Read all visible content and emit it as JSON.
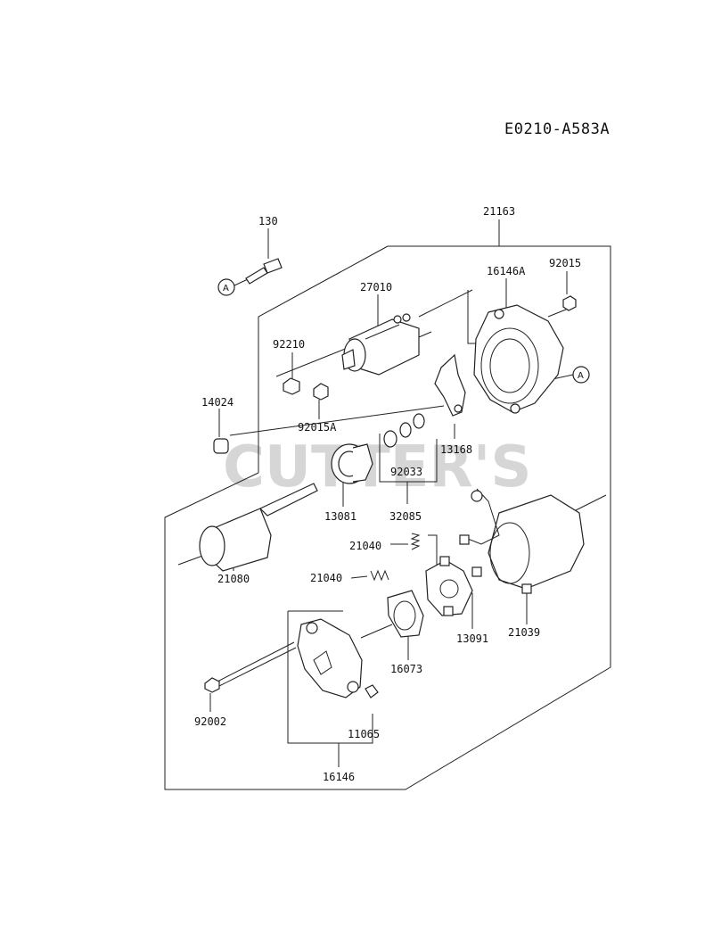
{
  "diagram_code": "E0210-A583A",
  "watermark": "CUTTER'S",
  "reference_marker": "A",
  "parts": {
    "p130": "130",
    "p21163": "21163",
    "p27010": "27010",
    "p16146A": "16146A",
    "p92015": "92015",
    "p92210": "92210",
    "p14024": "14024",
    "p92015A": "92015A",
    "p13168": "13168",
    "p92033": "92033",
    "p13081": "13081",
    "p32085": "32085",
    "p21080": "21080",
    "p21040a": "21040",
    "p21040b": "21040",
    "p13091": "13091",
    "p21039": "21039",
    "p16073": "16073",
    "p92002": "92002",
    "p11065": "11065",
    "p16146": "16146"
  }
}
